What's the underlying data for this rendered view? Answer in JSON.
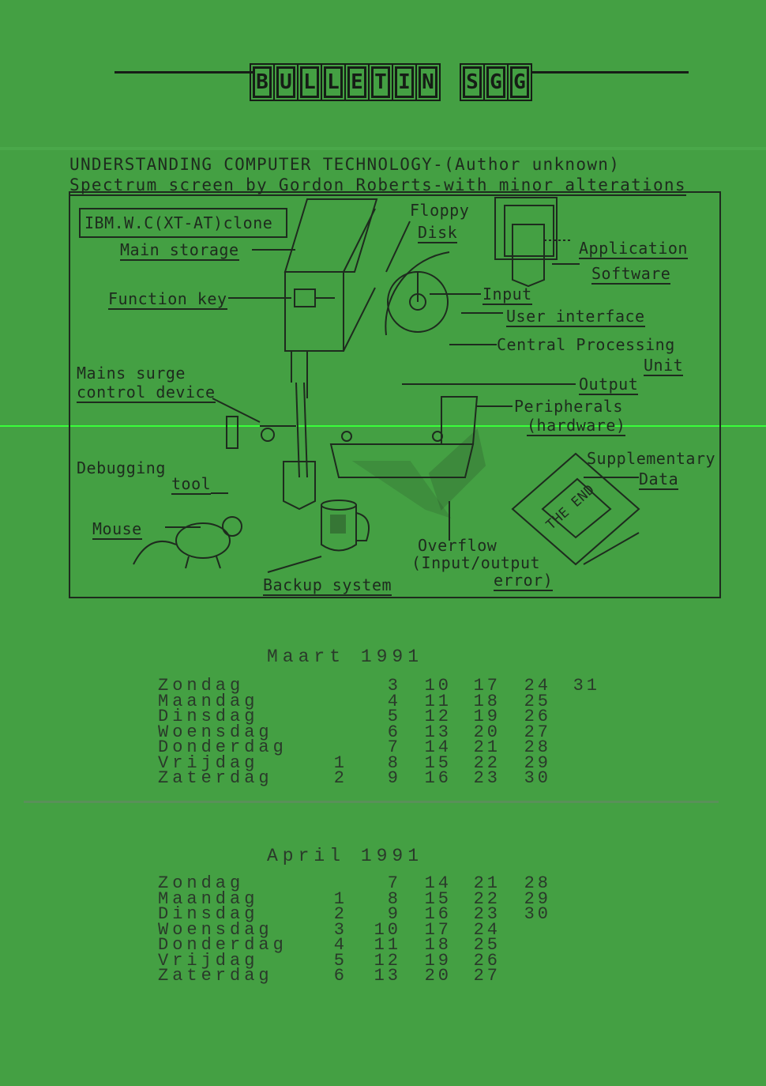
{
  "masthead": {
    "letters": [
      "B",
      "U",
      "L",
      "L",
      "E",
      "T",
      "I",
      "N",
      "",
      "S",
      "G",
      "G"
    ]
  },
  "header": {
    "line1": "UNDERSTANDING COMPUTER TECHNOLOGY-(Author unknown)",
    "line2": "Spectrum screen by Gordon Roberts-with minor alterations"
  },
  "diagram": {
    "labels": {
      "ibm": "IBM.W.C(XT-AT)clone",
      "main_storage": "Main storage",
      "function_key": "Function key",
      "mains_1": "Mains surge",
      "mains_2": "control device",
      "debug_1": "Debugging",
      "debug_2": "tool",
      "mouse": "Mouse",
      "backup": "Backup system",
      "floppy_1": "Floppy",
      "floppy_2": "Disk",
      "app_1": "Application",
      "app_2": "Software",
      "input": "Input",
      "user_interface": "User interface",
      "cpu_1": "Central Processing",
      "cpu_2": "Unit",
      "output": "Output",
      "periph_1": "Peripherals",
      "periph_2": "(hardware)",
      "supp_1": "Supplementary",
      "supp_2": "Data",
      "overflow_1": "Overflow",
      "overflow_2": "(Input/output",
      "overflow_3": "error)",
      "book": "THE END"
    }
  },
  "calendars": [
    {
      "title": "Maart 1991",
      "rows": [
        {
          "day": "Zondag",
          "nums": [
            "",
            "3",
            "10",
            "17",
            "24",
            "31"
          ]
        },
        {
          "day": "Maandag",
          "nums": [
            "",
            "4",
            "11",
            "18",
            "25",
            ""
          ]
        },
        {
          "day": "Dinsdag",
          "nums": [
            "",
            "5",
            "12",
            "19",
            "26",
            ""
          ]
        },
        {
          "day": "Woensdag",
          "nums": [
            "",
            "6",
            "13",
            "20",
            "27",
            ""
          ]
        },
        {
          "day": "Donderdag",
          "nums": [
            "",
            "7",
            "14",
            "21",
            "28",
            ""
          ]
        },
        {
          "day": "Vrijdag",
          "nums": [
            "1",
            "8",
            "15",
            "22",
            "29",
            ""
          ]
        },
        {
          "day": "Zaterdag",
          "nums": [
            "2",
            "9",
            "16",
            "23",
            "30",
            ""
          ]
        }
      ]
    },
    {
      "title": "April 1991",
      "rows": [
        {
          "day": "Zondag",
          "nums": [
            "",
            "7",
            "14",
            "21",
            "28",
            ""
          ]
        },
        {
          "day": "Maandag",
          "nums": [
            "1",
            "8",
            "15",
            "22",
            "29",
            ""
          ]
        },
        {
          "day": "Dinsdag",
          "nums": [
            "2",
            "9",
            "16",
            "23",
            "30",
            ""
          ]
        },
        {
          "day": "Woensdag",
          "nums": [
            "3",
            "10",
            "17",
            "24",
            "",
            ""
          ]
        },
        {
          "day": "Donderdag",
          "nums": [
            "4",
            "11",
            "18",
            "25",
            "",
            ""
          ]
        },
        {
          "day": "Vrijdag",
          "nums": [
            "5",
            "12",
            "19",
            "26",
            "",
            ""
          ]
        },
        {
          "day": "Zaterdag",
          "nums": [
            "6",
            "13",
            "20",
            "27",
            "",
            ""
          ]
        }
      ]
    }
  ],
  "colors": {
    "paper": "#44a043",
    "ink": "#1e2b1e",
    "scanline": "#39ff3a"
  }
}
